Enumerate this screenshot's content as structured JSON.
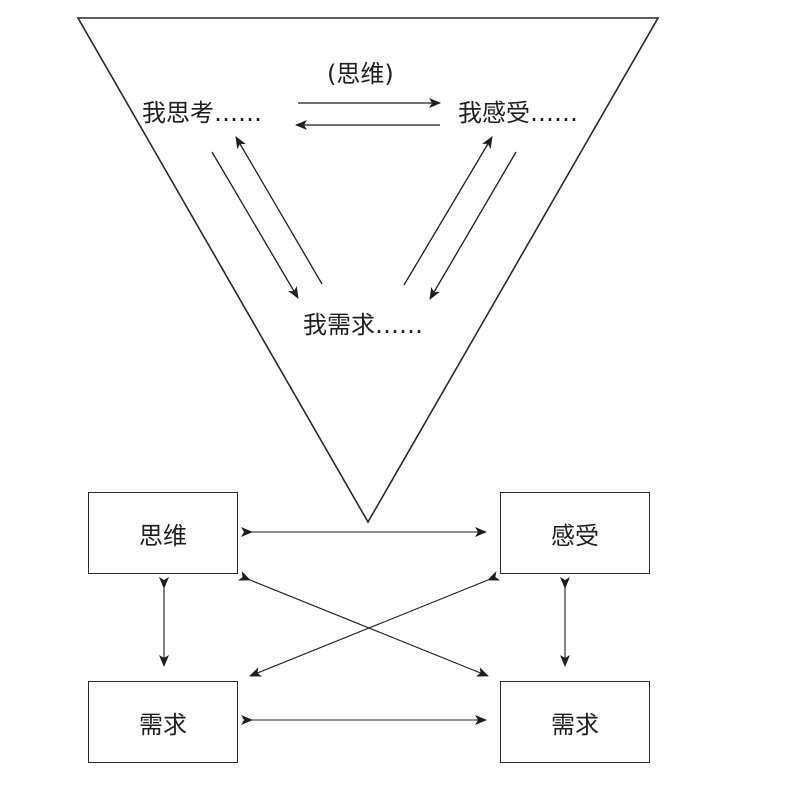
{
  "triangle": {
    "annotation": "(思维)",
    "node_think": "我思考……",
    "node_feel": "我感受……",
    "node_need": "我需求……"
  },
  "boxes": {
    "top_left": "思维",
    "top_right": "感受",
    "bottom_left": "需求",
    "bottom_right": "需求"
  }
}
